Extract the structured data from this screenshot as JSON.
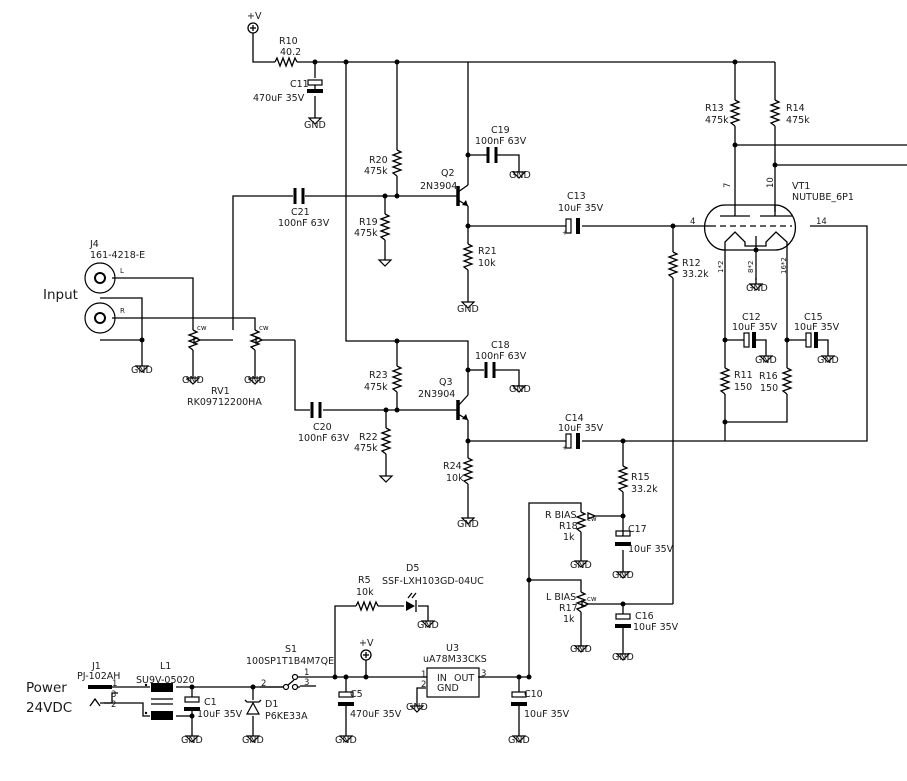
{
  "title_labels": {
    "input": "Input",
    "power_line1": "Power",
    "power_line2": "24VDC"
  },
  "net_labels": {
    "vplus": "+V",
    "gnd": "GND",
    "cw": "cw",
    "plus": "+"
  },
  "components": {
    "R10": {
      "ref": "R10",
      "value": "40.2"
    },
    "C11": {
      "ref": "C11",
      "value": "470uF 35V"
    },
    "R20": {
      "ref": "R20",
      "value": "475k"
    },
    "R19": {
      "ref": "R19",
      "value": "475k"
    },
    "Q2": {
      "ref": "Q2",
      "value": "2N3904"
    },
    "C19": {
      "ref": "C19",
      "value": "100nF 63V"
    },
    "R21": {
      "ref": "R21",
      "value": "10k"
    },
    "C21": {
      "ref": "C21",
      "value": "100nF 63V"
    },
    "J4": {
      "ref": "J4",
      "value": "161-4218-E",
      "pin_l": "L",
      "pin_r": "R"
    },
    "RV1": {
      "ref": "RV1",
      "value": "RK09712200HA"
    },
    "C13": {
      "ref": "C13",
      "value": "10uF 35V"
    },
    "R12": {
      "ref": "R12",
      "value": "33.2k"
    },
    "R13": {
      "ref": "R13",
      "value": "475k"
    },
    "R14": {
      "ref": "R14",
      "value": "475k"
    },
    "VT1": {
      "ref": "VT1",
      "value": "NUTUBE_6P1",
      "pins": [
        "7",
        "10",
        "4",
        "14",
        "1*2",
        "8*2",
        "16*2"
      ]
    },
    "C12": {
      "ref": "C12",
      "value": "10uF 35V"
    },
    "C15": {
      "ref": "C15",
      "value": "10uF 35V"
    },
    "R11": {
      "ref": "R11",
      "value": "150"
    },
    "R16": {
      "ref": "R16",
      "value": "150"
    },
    "R23": {
      "ref": "R23",
      "value": "475k"
    },
    "R22": {
      "ref": "R22",
      "value": "475k"
    },
    "Q3": {
      "ref": "Q3",
      "value": "2N3904"
    },
    "C18": {
      "ref": "C18",
      "value": "100nF 63V"
    },
    "C20": {
      "ref": "C20",
      "value": "100nF 63V"
    },
    "R24": {
      "ref": "R24",
      "value": "10k"
    },
    "C14": {
      "ref": "C14",
      "value": "10uF 35V"
    },
    "R15": {
      "ref": "R15",
      "value": "33.2k"
    },
    "R18": {
      "ref": "R18",
      "value": "1k",
      "label": "R BIAS"
    },
    "C17": {
      "ref": "C17",
      "value": "10uF 35V"
    },
    "R17": {
      "ref": "R17",
      "value": "1k",
      "label": "L BIAS"
    },
    "C16": {
      "ref": "C16",
      "value": "10uF 35V"
    },
    "J1": {
      "ref": "J1",
      "value": "PJ-102AH",
      "pins": [
        "1",
        "3",
        "2"
      ]
    },
    "L1": {
      "ref": "L1",
      "value": "SU9V-05020"
    },
    "C1": {
      "ref": "C1",
      "value": "10uF 35V"
    },
    "D1": {
      "ref": "D1",
      "value": "P6KE33A"
    },
    "S1": {
      "ref": "S1",
      "value": "100SP1T1B4M7QE",
      "pins": [
        "2",
        "1",
        "3"
      ]
    },
    "R5": {
      "ref": "R5",
      "value": "10k"
    },
    "D5": {
      "ref": "D5",
      "value": "SSF-LXH103GD-04UC"
    },
    "C5": {
      "ref": "C5",
      "value": "470uF 35V"
    },
    "U3": {
      "ref": "U3",
      "value": "uA78M33CKS",
      "in": "IN",
      "out": "OUT",
      "gnd": "GND",
      "pins": [
        "1",
        "2",
        "3"
      ]
    },
    "C10": {
      "ref": "C10",
      "value": "10uF 35V"
    }
  }
}
